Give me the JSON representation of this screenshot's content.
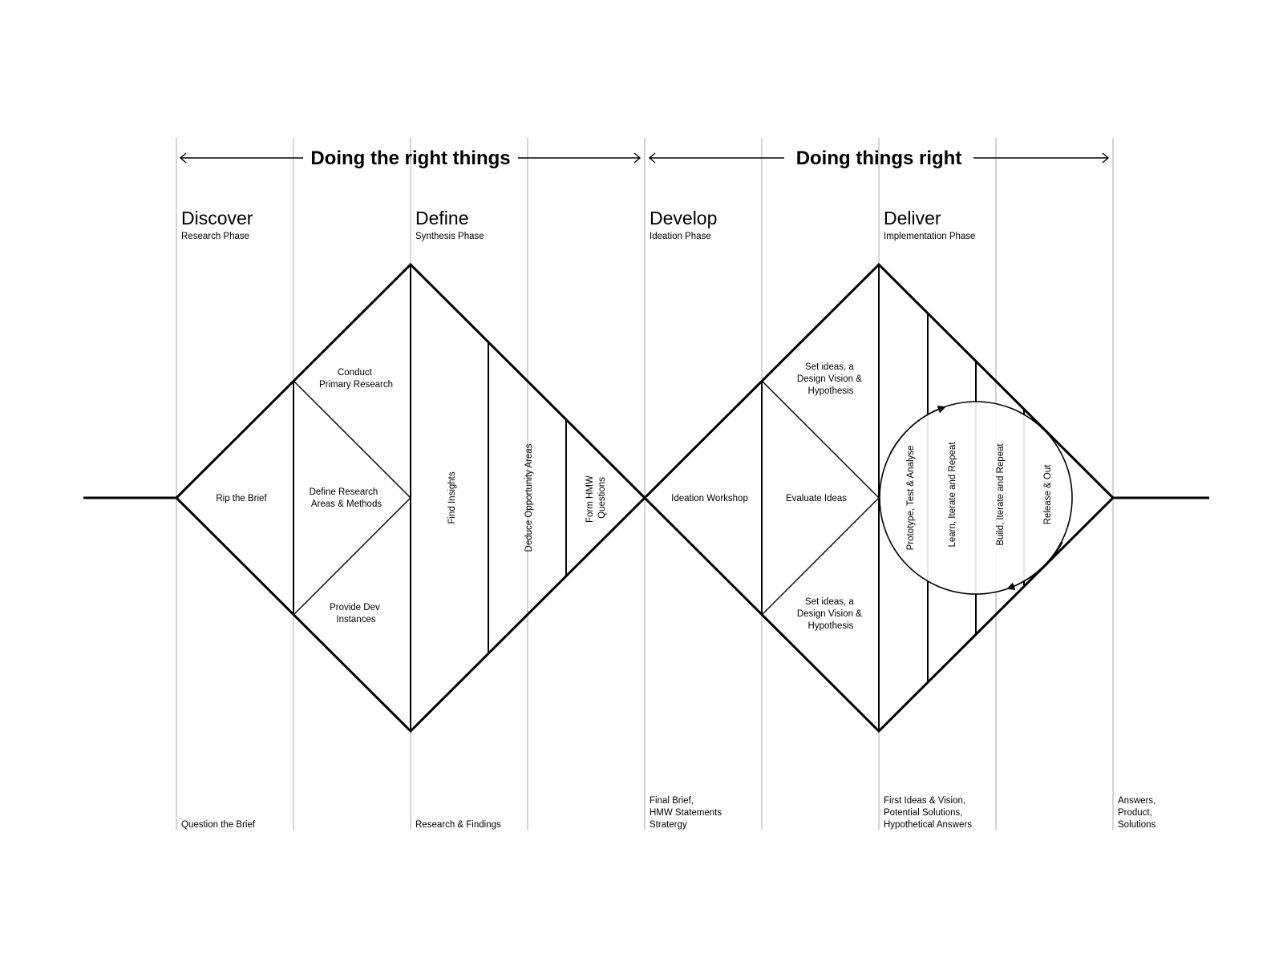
{
  "banners": {
    "left": "Doing the right things",
    "right": "Doing things right"
  },
  "phases": [
    {
      "title": "Discover",
      "subtitle": "Research Phase"
    },
    {
      "title": "Define",
      "subtitle": "Synthesis Phase"
    },
    {
      "title": "Develop",
      "subtitle": "Ideation Phase"
    },
    {
      "title": "Deliver",
      "subtitle": "Implementation Phase"
    }
  ],
  "steps": {
    "rip_brief": "Rip the Brief",
    "conduct_research": [
      "Conduct",
      "Primary Research"
    ],
    "define_research": [
      "Define Research",
      "Areas & Methods"
    ],
    "provide_dev": [
      "Provide Dev",
      "Instances"
    ],
    "find_insights": "Find Insights",
    "deduce_opportunity": "Deduce Opportunity Areas",
    "form_hmw": [
      "Form HMW",
      "Questions"
    ],
    "ideation_workshop": "Ideation Workshop",
    "set_ideas_top": [
      "Set ideas, a",
      "Design Vision &",
      "Hypothesis"
    ],
    "evaluate_ideas": "Evaluate Ideas",
    "set_ideas_bottom": [
      "Set ideas, a",
      "Design Vision &",
      "Hypothesis"
    ],
    "prototype": "Prototype, Test & Analyse",
    "learn": "Learn, Iterate and Repeat",
    "build": "Build, Iterate and Repeat",
    "release": "Release & Out"
  },
  "outputs": {
    "question_brief": [
      "Question the Brief"
    ],
    "research_findings": [
      "Research & Findings"
    ],
    "final_brief": [
      "Final Brief,",
      "HMW Statements",
      "Stratergy"
    ],
    "first_ideas": [
      "First Ideas & Vision,",
      "Potential Solutions,",
      "Hypothetical Answers"
    ],
    "answers": [
      "Answers,",
      "Product,",
      "Solutions"
    ]
  }
}
